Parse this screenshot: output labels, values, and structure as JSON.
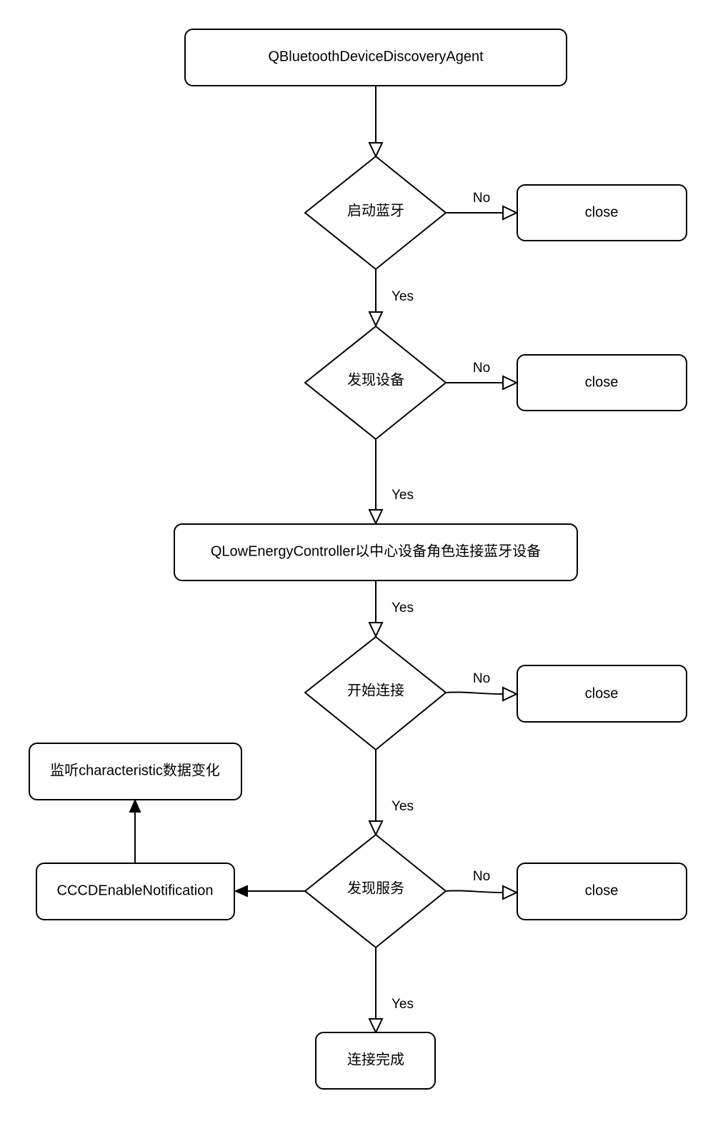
{
  "nodes": {
    "agent": "QBluetoothDeviceDiscoveryAgent",
    "start_bt": "启动蓝牙",
    "close_1": "close",
    "discover_device": "发现设备",
    "close_2": "close",
    "controller": "QLowEnergyController以中心设备角色连接蓝牙设备",
    "start_connect": "开始连接",
    "close_3": "close",
    "listen": "监听characteristic数据变化",
    "cccd": "CCCDEnableNotification",
    "discover_service": "发现服务",
    "close_4": "close",
    "done": "连接完成"
  },
  "edge_labels": {
    "no_1": "No",
    "yes_1": "Yes",
    "no_2": "No",
    "yes_2": "Yes",
    "yes_3": "Yes",
    "no_3": "No",
    "yes_4": "Yes",
    "no_4": "No",
    "yes_5": "Yes"
  }
}
